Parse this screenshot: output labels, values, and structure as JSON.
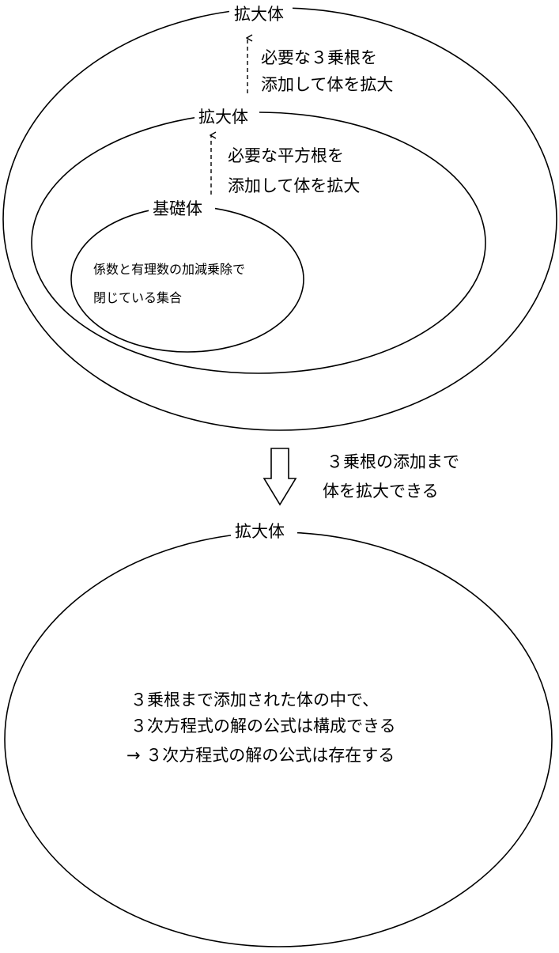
{
  "top_diagram": {
    "outer_field": {
      "label": "拡大体",
      "step_note": [
        "必要な３乗根を",
        "添加して体を拡大"
      ]
    },
    "middle_field": {
      "label": "拡大体",
      "step_note": [
        "必要な平方根を",
        "添加して体を拡大"
      ]
    },
    "base_field": {
      "label": "基礎体",
      "description": [
        "係数と有理数の加減乗除で",
        "閉じている集合"
      ]
    }
  },
  "transition": {
    "text": [
      "３乗根の添加まで",
      "体を拡大できる"
    ]
  },
  "bottom_diagram": {
    "label": "拡大体",
    "conclusion": [
      "３乗根まで添加された体の中で、",
      "３次方程式の解の公式は構成できる",
      "→ ３次方程式の解の公式は存在する"
    ]
  },
  "colors": {
    "stroke": "#000000",
    "background": "#ffffff"
  }
}
